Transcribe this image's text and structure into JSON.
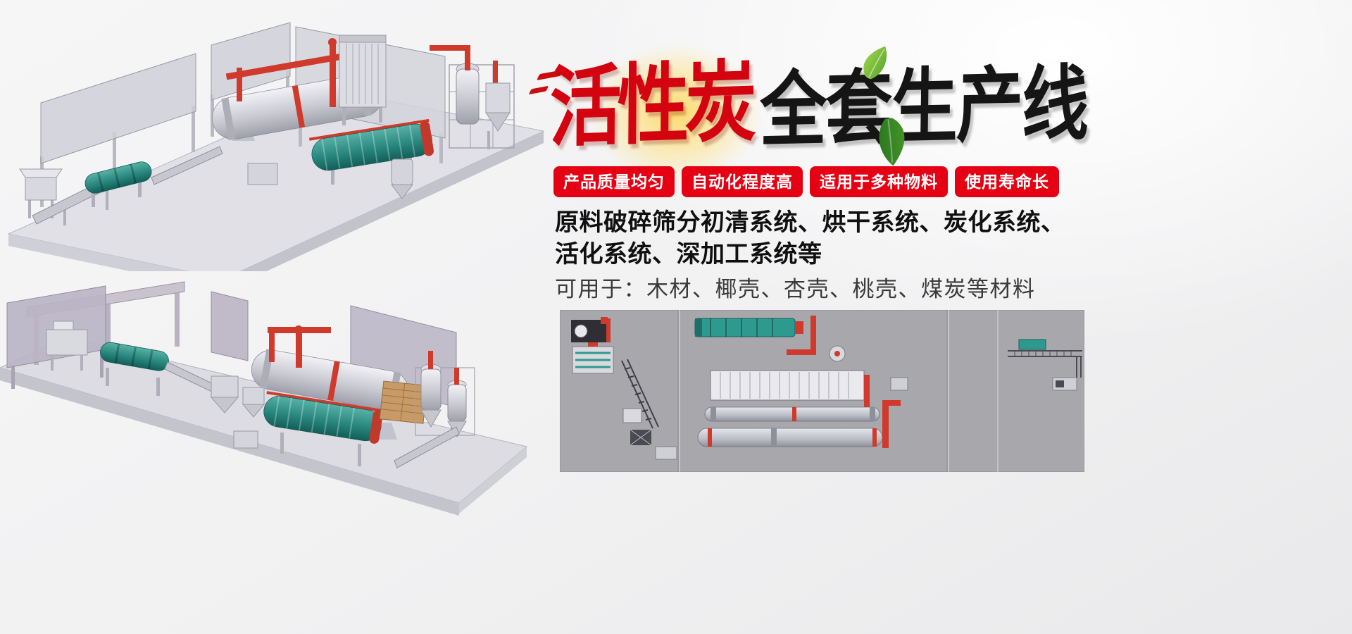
{
  "title": {
    "red": "活性炭",
    "black": "全套生产线"
  },
  "badges": [
    {
      "label": "产品质量均匀"
    },
    {
      "label": "自动化程度高"
    },
    {
      "label": "适用于多种物料"
    },
    {
      "label": "使用寿命长"
    }
  ],
  "description": {
    "line1": "原料破碎筛分初清系统、烘干系统、炭化系统、",
    "line2": "活化系统、深加工系统等",
    "line3": "可用于：木材、椰壳、杏壳、桃壳、煤炭等材料"
  },
  "colors": {
    "badge_red": "#e50113",
    "title_red": "#d30310",
    "title_black": "#151515",
    "pipe_red": "#cf3a2c",
    "machine_teal": "#2e9a8f",
    "platform_gray": "#e0e0e6",
    "wall_purple_gray": "#bab4c4",
    "diagram_bg": "#a7a7ac",
    "leaf_green": "#5cb531",
    "glow_yellow": "#ffd658"
  }
}
